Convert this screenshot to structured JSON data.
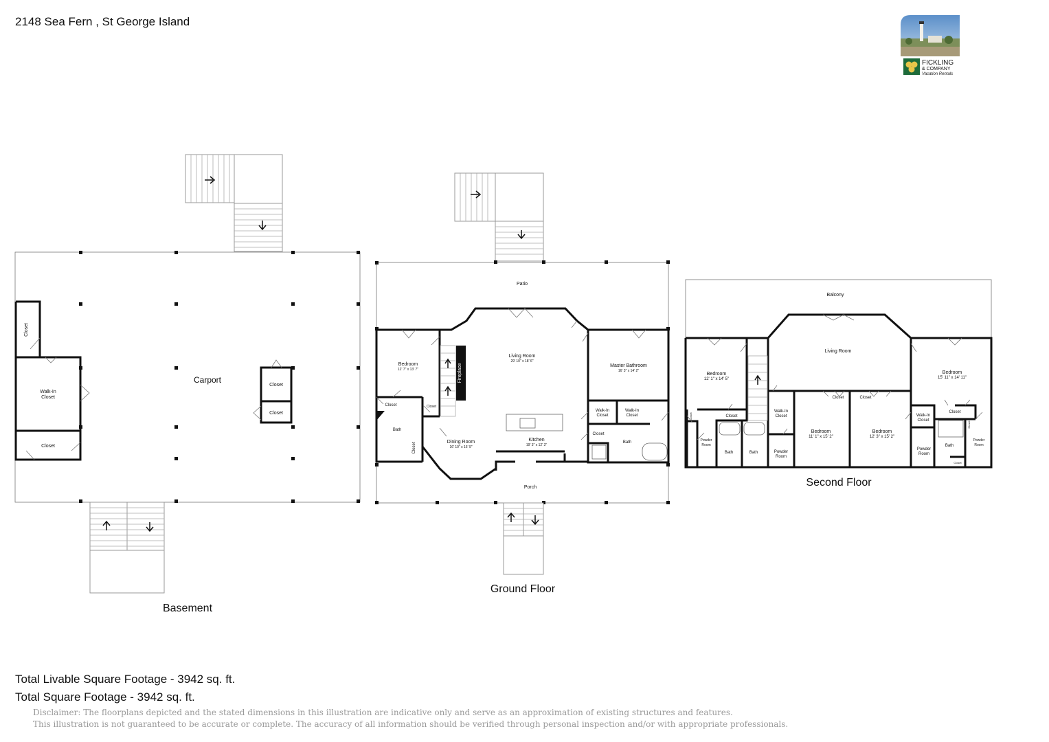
{
  "header": {
    "address": "2148 Sea Fern , St George Island"
  },
  "logo": {
    "line1": "FICKLING",
    "line2": "& COMPANY",
    "line3": "Vacation Rentals",
    "brand_green": "#1e6b3a",
    "brand_red": "#c0302b"
  },
  "floors": {
    "basement": {
      "title": "Basement",
      "rooms": {
        "carport": "Carport",
        "closet_top": "Closet",
        "walkin_1": "Walk-In",
        "walkin_2": "Closet",
        "closet_bottom": "Closet",
        "closet_mid1": "Closet",
        "closet_mid2": "Closet"
      }
    },
    "ground": {
      "title": "Ground Floor",
      "rooms": {
        "patio": "Patio",
        "bedroom": "Bedroom",
        "bedroom_dim": "12' 7\" x 13' 7\"",
        "living": "Living Room",
        "living_dim": "29' 10\" x 18' 6\"",
        "master_bath": "Master Bathroom",
        "master_bath_dim": "16' 3\" x 14' 2\"",
        "fireplace": "Fireplace",
        "closet_a": "Closet",
        "closet_b": "Closet",
        "closet_c": "Closet",
        "closet_d": "Closet",
        "bath_left": "Bath",
        "bath_right": "Bath",
        "walkin_a1": "Walk-In",
        "walkin_a2": "Closet",
        "walkin_b1": "Walk-In",
        "walkin_b2": "Closet",
        "dining": "Dining Room",
        "dining_dim": "16' 10\" x 16' 9\"",
        "kitchen": "Kitchen",
        "kitchen_dim": "19' 3\" x 12' 3\"",
        "porch": "Porch"
      }
    },
    "second": {
      "title": "Second Floor",
      "rooms": {
        "balcony": "Balcony",
        "living": "Living Room",
        "bedroom_l": "Bedroom",
        "bedroom_l_dim": "12' 1\" x 14' 5\"",
        "bedroom_r": "Bedroom",
        "bedroom_r_dim": "15' 11\" x 14' 11\"",
        "bedroom_m1": "Bedroom",
        "bedroom_m1_dim": "11' 1\" x 15' 2\"",
        "bedroom_m2": "Bedroom",
        "bedroom_m2_dim": "12' 3\" x 15' 2\"",
        "closet_1": "Closet",
        "closet_2": "Closet",
        "closet_3": "Closet",
        "closet_4": "Closet",
        "closet_5": "Closet",
        "closet_6": "Closet",
        "closet_7": "Closet",
        "walkin_l1": "Walk-In",
        "walkin_l2": "Closet",
        "walkin_r1": "Walk-In",
        "walkin_r2": "Closet",
        "powder_1a": "Powder",
        "powder_1b": "Room",
        "powder_2a": "Powder",
        "powder_2b": "Room",
        "powder_3a": "Powder",
        "powder_3b": "Room",
        "powder_4a": "Powder",
        "powder_4b": "Room",
        "bath_1": "Bath",
        "bath_2": "Bath",
        "bath_3": "Bath"
      }
    }
  },
  "footer": {
    "livable": "Total Livable Square Footage - 3942 sq. ft.",
    "total": "Total Square Footage - 3942 sq. ft.",
    "disclaimer_1": "Disclaimer: The floorplans depicted and the stated dimensions in this illustration are indicative only and serve as an approximation of existing structures and features.",
    "disclaimer_2": "This illustration is not guaranteed to be accurate or complete. The accuracy of all information should be verified through personal inspection and/or with appropriate professionals."
  }
}
